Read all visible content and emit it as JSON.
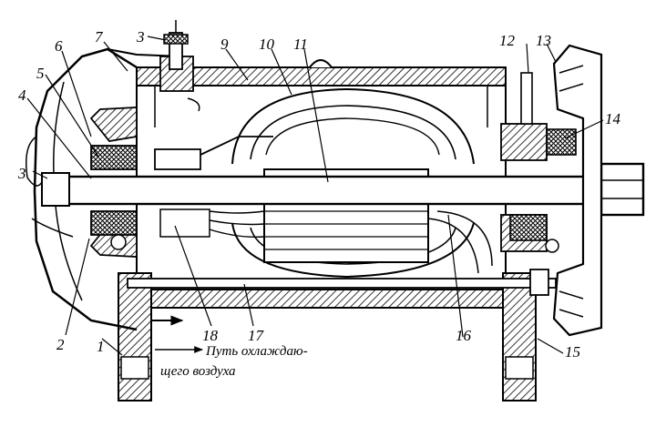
{
  "figure": {
    "callouts": {
      "c1": "1",
      "c2": "2",
      "c3a": "3",
      "c3b": "3",
      "c4": "4",
      "c5": "5",
      "c6": "6",
      "c7": "7",
      "c8": "18",
      "c9": "9",
      "c10": "10",
      "c11": "11",
      "c12": "12",
      "c13": "13",
      "c14": "14",
      "c15": "15",
      "c16": "16",
      "c17": "17"
    },
    "caption_line1": "Путь охлаждаю-",
    "caption_line2": "щего воздуха"
  }
}
